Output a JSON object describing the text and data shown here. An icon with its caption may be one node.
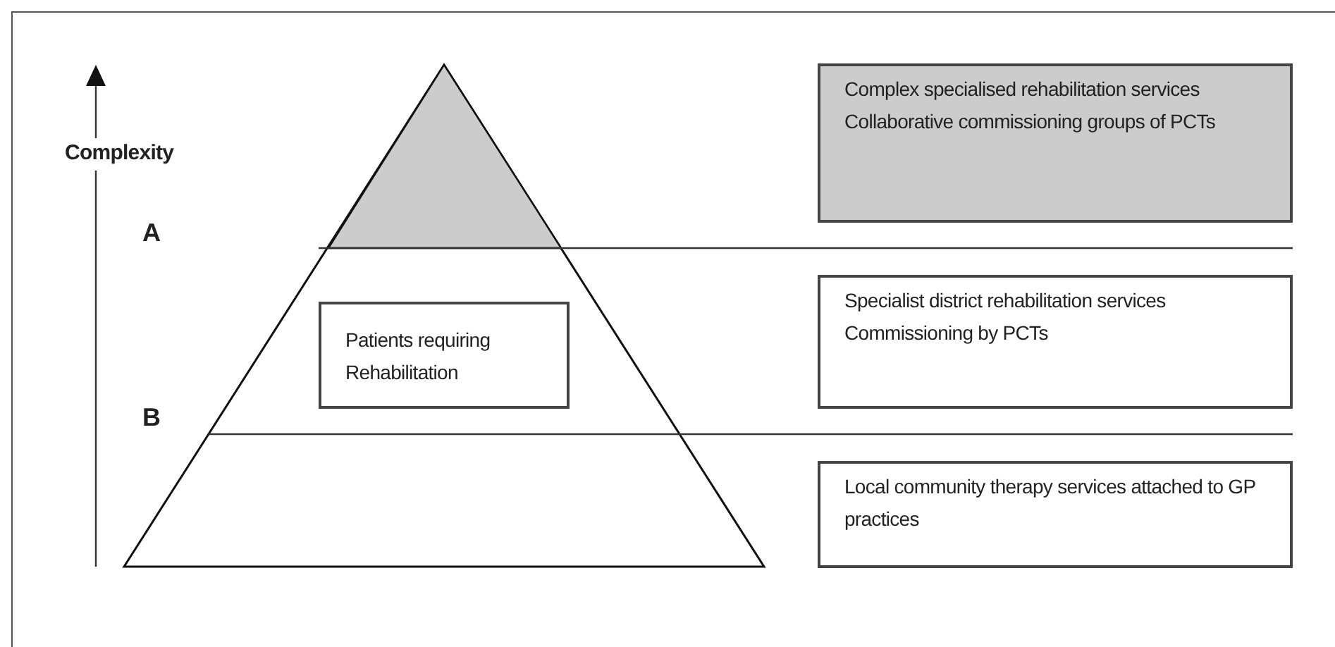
{
  "diagram": {
    "nodes": [
      {
        "text": [
          "Complex specialised rehabilitation services",
          "Collaborative commissioning groups of PCTs"
        ]
      },
      {
        "text": [
          "Patients requiring Rehabilitation"
        ]
      },
      {
        "text": [
          "Specialist district rehabilitation services",
          "Commissioning by PCTs"
        ]
      },
      {
        "text": [
          "Local community therapy services attached to GP practices"
        ]
      }
    ],
    "labels": [
      "Complexity",
      "A",
      "B"
    ]
  }
}
